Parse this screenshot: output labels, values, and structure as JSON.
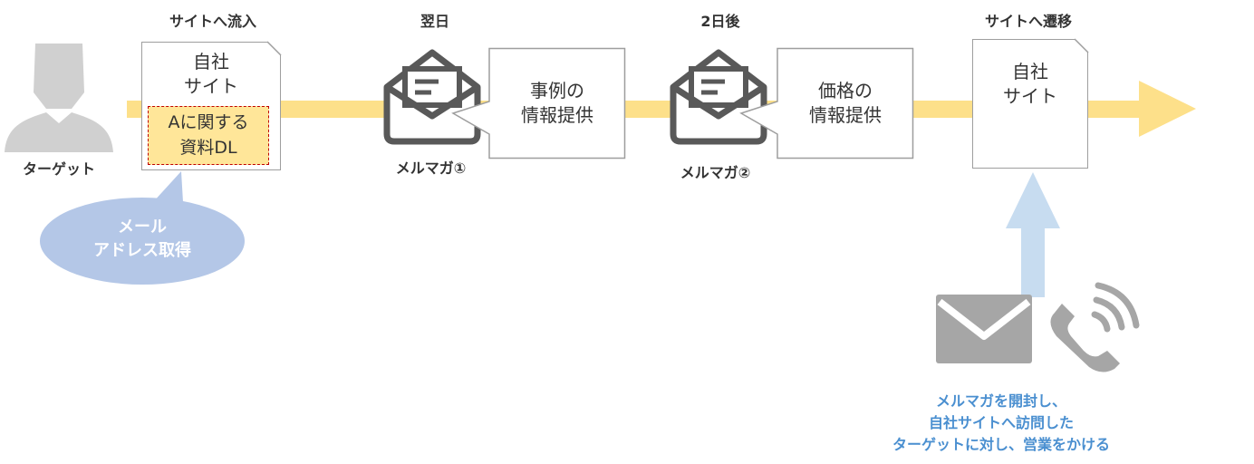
{
  "labels": {
    "target": "ターゲット",
    "site_inflow": "サイトへ流入",
    "next_day": "翌日",
    "two_days_later": "2日後",
    "site_transition": "サイトへ遷移",
    "mailmag1": "メルマガ①",
    "mailmag2": "メルマガ②"
  },
  "site_box_1": {
    "title_line1": "自社",
    "title_line2": "サイト",
    "download_line1": "Aに関する",
    "download_line2": "資料DL"
  },
  "bubble_email": {
    "line1": "メール",
    "line2": "アドレス取得"
  },
  "callout_1": {
    "line1": "事例の",
    "line2": "情報提供"
  },
  "callout_2": {
    "line1": "価格の",
    "line2": "情報提供"
  },
  "site_box_2": {
    "title_line1": "自社",
    "title_line2": "サイト"
  },
  "note": {
    "line1": "メルマガを開封し、",
    "line2": "自社サイトへ訪問した",
    "line3": "ターゲットに対し、営業をかける"
  },
  "icons": [
    "person-icon",
    "open-envelope-icon",
    "envelope-icon",
    "phone-icon"
  ],
  "colors": {
    "timeline_arrow": "#fde08a",
    "up_arrow": "#c7dcf0",
    "email_bubble": "#b4c7e7",
    "download_box": "#ffe699",
    "download_border": "#c00000",
    "note_text": "#4a8fd0",
    "icon_gray": "#a6a6a6",
    "envelope_outline": "#595959"
  }
}
